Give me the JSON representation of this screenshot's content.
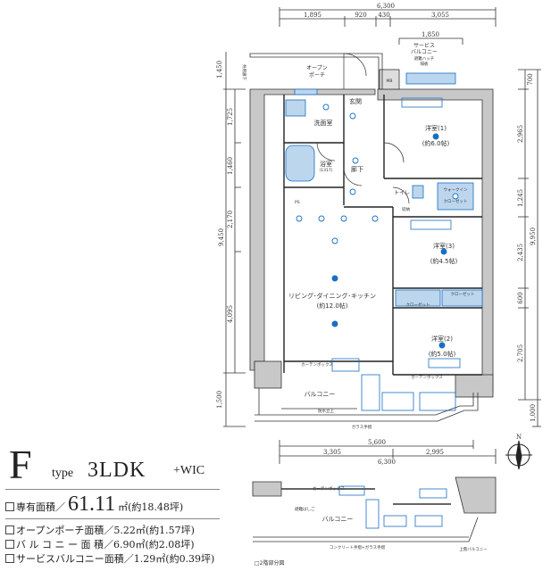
{
  "title": {
    "letter": "F",
    "type": "type",
    "layout": "3LDK",
    "suffix": "+WIC"
  },
  "areas": {
    "exclusive": {
      "label": "専有面積／",
      "value": "61.11",
      "unit": "㎡(約18.48坪)"
    },
    "items": [
      {
        "label": "オープンポーチ面積／",
        "value": "5.22㎡(約1.57坪)"
      },
      {
        "label": "バ ル コ ニ ー 面 積／",
        "value": "6.90㎡(約2.08坪)"
      },
      {
        "label": "サービスバルコニー面積／",
        "value": "1.29㎡(約0.39坪)"
      }
    ]
  },
  "dims": {
    "top_total": "6,300",
    "top": [
      "1,895",
      "920",
      "430",
      "3,055"
    ],
    "service": "1,850",
    "left": [
      "1,450",
      "1,725",
      "1,460",
      "2,170",
      "9,450",
      "4,095",
      "1,500"
    ],
    "right": [
      "700",
      "2,965",
      "1,245",
      "9,950",
      "2,435",
      "600",
      "2,705",
      "1,000"
    ],
    "bottom": [
      "5,600",
      "3,305",
      "2,995",
      "6,300"
    ]
  },
  "rooms": {
    "porch": [
      "オープン",
      "ポーチ"
    ],
    "common": "共用廊下",
    "mb": "MB",
    "service_balcony": [
      "サービス",
      "バルコニー"
    ],
    "service_note1": "避難ハッチ",
    "service_note2": "隔板",
    "entrance": "玄関",
    "washroom": "洗面室",
    "bath": "浴室",
    "bath_size": "(1317)",
    "hall": "廊下",
    "r1": "洋室(1)",
    "r1_size": "(約6.0帖)",
    "toilet": "トイレ",
    "wic": [
      "ウォークイン",
      "クローゼット"
    ],
    "r3": "洋室(3)",
    "r3_size": "(約4.5帖)",
    "ldk": "リビング･ダイニング･キッチン",
    "ldk_size": "(約12.0帖)",
    "closet": "クローゼット",
    "r2": "洋室(2)",
    "r2_size": "(約5.0帖)",
    "curtain": "カーテンボックス",
    "balcony": "バルコニー",
    "glass": "ガラス手摺",
    "tile": "防水立上",
    "storage": "収納",
    "ps": "PS"
  },
  "floor2": {
    "label": "□2階部分図",
    "balcony": "バルコニー",
    "curtain": "カーテンボックス",
    "ladder": "避難はしご",
    "rail": "コンクリート手摺+ガラス手摺",
    "upper": "上階バルコニー"
  },
  "compass": "N",
  "colors": {
    "wall": "#c8c8c8",
    "fixture": "#1a6fc4",
    "fixture_fill": "#bcd6ee"
  }
}
